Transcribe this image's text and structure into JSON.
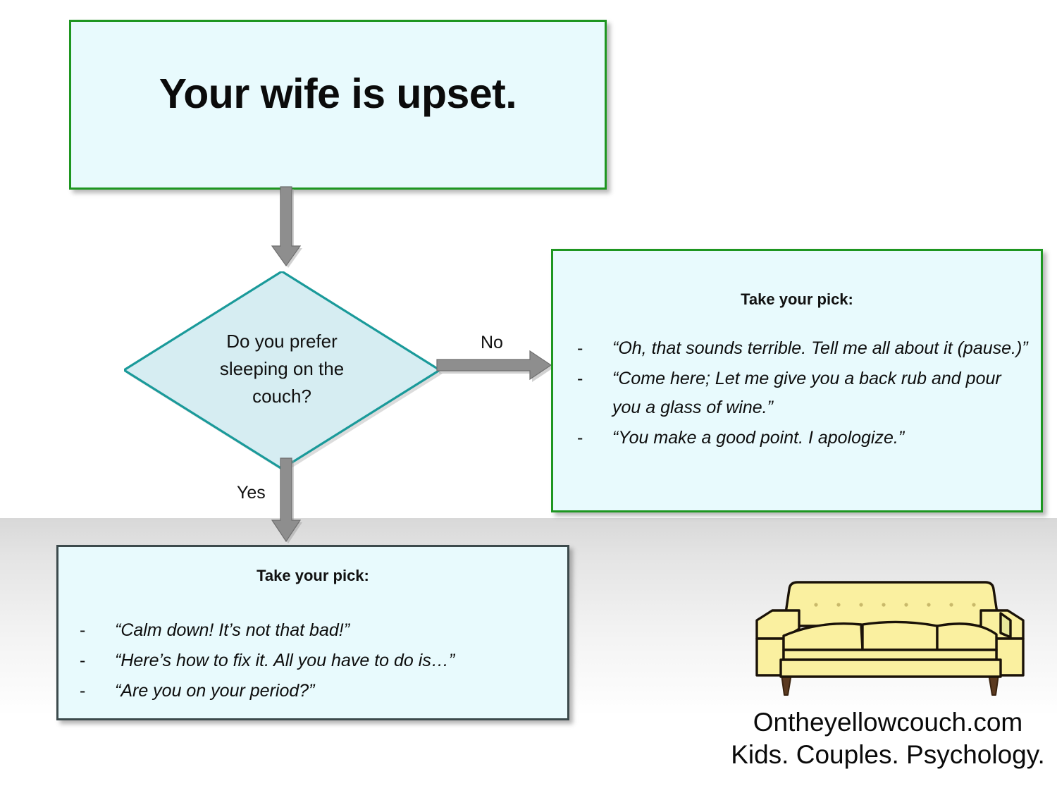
{
  "title_box": {
    "text": "Your wife is upset.",
    "border_color": "#1e9621",
    "fill_color": "#e8fafd"
  },
  "decision": {
    "text_lines": [
      "Do you prefer",
      "sleeping on the",
      "couch?"
    ],
    "full_text": "Do you prefer sleeping on the couch?",
    "border_color": "#1a9a9a",
    "fill_color": "#d6edf2"
  },
  "edges": {
    "no_label": "No",
    "yes_label": "Yes",
    "arrow_color": "#8a8a8a"
  },
  "pick_right": {
    "heading": "Take your pick:",
    "border_color": "#1e9621",
    "items": [
      "“Oh, that sounds terrible.  Tell me all about it (pause.)”",
      "“Come here; Let me give you a back rub and pour you a glass of wine.”",
      "“You make a good point.  I apologize.”"
    ],
    "bullet": "-"
  },
  "pick_bottom": {
    "heading": "Take your pick:",
    "border_color": "#3c4a4c",
    "items": [
      "“Calm down!  It’s not that bad!”",
      "“Here’s how to fix it.  All you have to do is…”",
      "“Are you on your period?”"
    ],
    "bullet": "-"
  },
  "logo": {
    "brand_line_1": "Ontheyellowcouch.com",
    "brand_line_2": "Kids. Couples. Psychology.",
    "couch_color": "#faf0a0",
    "couch_outline": "#1a1208",
    "leg_color": "#5b3a20"
  }
}
